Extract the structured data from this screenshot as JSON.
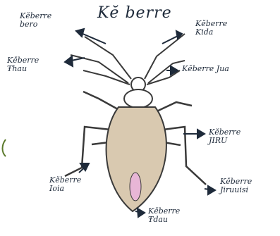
{
  "title": "Kĕ berre",
  "labels": {
    "bero": [
      "Kĕberre",
      "bero"
    ],
    "kida": [
      "Kĕberre",
      "Kida"
    ],
    "thau": [
      "Kĕberre",
      "Ŧhau"
    ],
    "jua": [
      "Kĕberre Jua"
    ],
    "jiru": [
      "Kĕberre",
      "JIRU"
    ],
    "ioia": [
      "Kĕberre",
      "Ioia"
    ],
    "jiruuisi": [
      "Kĕberre",
      "Jiruuisi"
    ],
    "kdau": [
      "Kĕberre",
      "Ŧdau"
    ]
  },
  "colors": {
    "ink": "#1e2a3a",
    "body_fill": "#d9c9b0",
    "tail_fill": "#e8b6d6",
    "leg": "#3a3a3a"
  }
}
